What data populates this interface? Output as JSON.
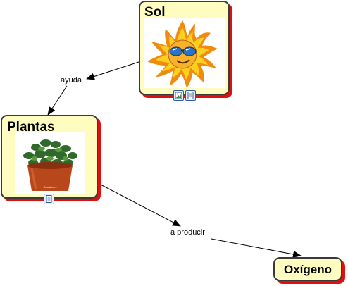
{
  "nodes": {
    "sol": {
      "label": "Sol",
      "image": "sun-clipart"
    },
    "plantas": {
      "label": "Plantas",
      "image": "potted-plant-photo",
      "image_caption": "Rosal mini"
    },
    "oxigeno": {
      "label": "Oxígeno"
    }
  },
  "links": {
    "sol_plantas": {
      "label": "ayuda"
    },
    "plantas_oxigeno": {
      "label": "a producir"
    }
  },
  "icons": {
    "image_resource": "image-resource-icon",
    "document_resource": "document-resource-icon"
  },
  "colors": {
    "node_fill": "#fffcc0",
    "node_border": "#3a3a3a",
    "node_shadow": "#e01010",
    "link_line": "#000000"
  }
}
